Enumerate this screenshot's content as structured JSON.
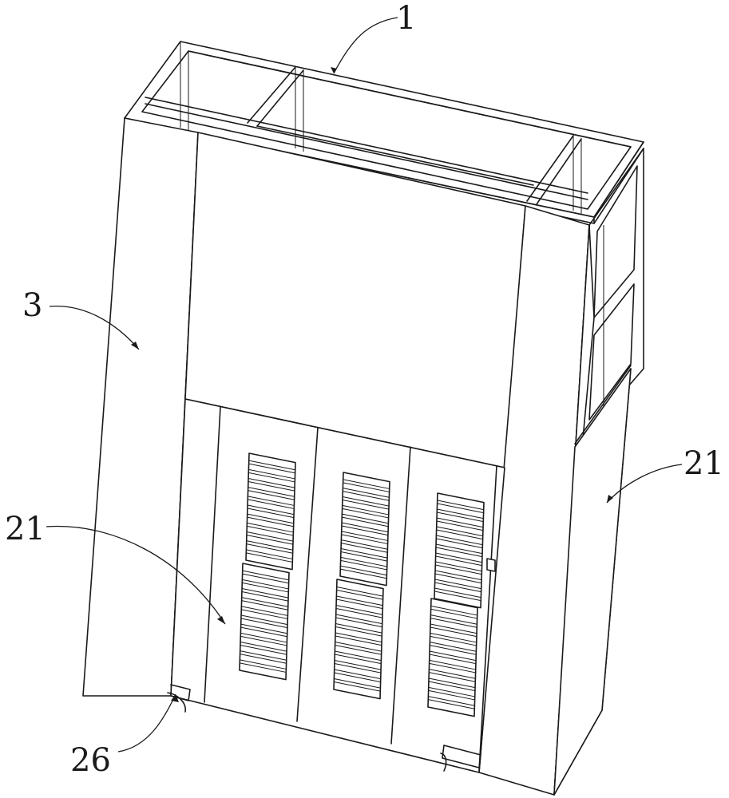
{
  "figure": {
    "labels": {
      "frame": "1",
      "panel": "3",
      "side_door": "21",
      "front_door": "21",
      "base": "26"
    }
  }
}
